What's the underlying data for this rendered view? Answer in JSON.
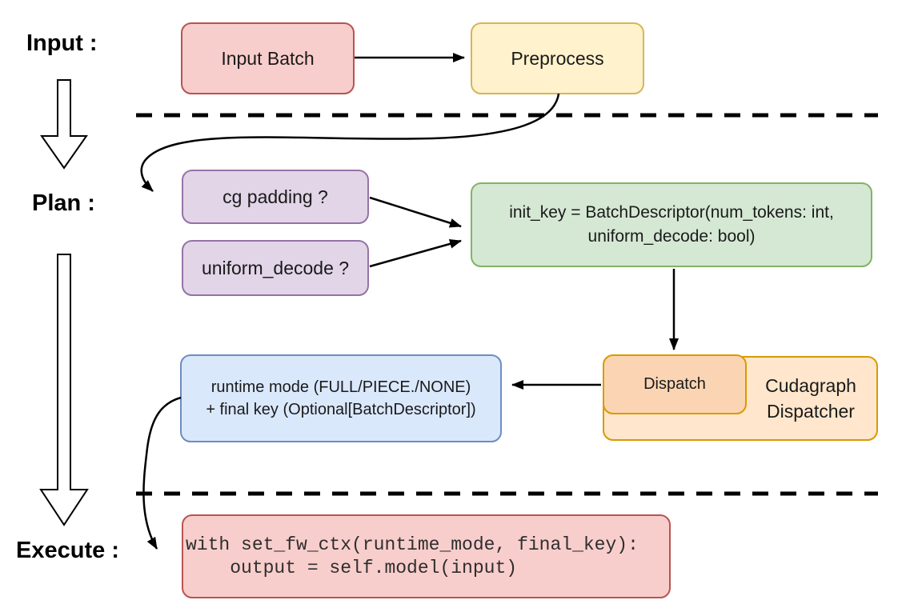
{
  "stage_labels": {
    "input": "Input :",
    "plan": "Plan :",
    "execute": "Execute :"
  },
  "nodes": {
    "input_batch": {
      "label": "Input Batch",
      "fill": "#f8cecc",
      "border": "#b85450"
    },
    "preprocess": {
      "label": "Preprocess",
      "fill": "#fff2cc",
      "border": "#d6b656"
    },
    "cg_padding": {
      "label": "cg padding ?",
      "fill": "#e1d5e7",
      "border": "#9673a6"
    },
    "uniform_decode": {
      "label": "uniform_decode ?",
      "fill": "#e1d5e7",
      "border": "#9673a6"
    },
    "init_key": {
      "line1": "init_key = BatchDescriptor(num_tokens: int,",
      "line2": "uniform_decode: bool)",
      "fill": "#d5e8d4",
      "border": "#82b366"
    },
    "dispatch": {
      "label": "Dispatch",
      "fill": "#fbd5b3",
      "border": "#d79b00"
    },
    "cudagraph_dispatcher": {
      "line1": "Cudagraph",
      "line2": "Dispatcher",
      "fill": "#ffe6cc",
      "border": "#d79b00"
    },
    "runtime_mode": {
      "line1": "runtime mode (FULL/PIECE./NONE)",
      "line2": "+ final key (Optional[BatchDescriptor])",
      "fill": "#dae8fc",
      "border": "#6c8ebf"
    },
    "execute_code": {
      "line1": "with set_fw_ctx(runtime_mode, final_key):",
      "line2": "    output = self.model(input)",
      "fill": "#f8cecc",
      "border": "#b85450"
    }
  },
  "edges": [
    {
      "from": "input_batch",
      "to": "preprocess",
      "style": "straight-arrow"
    },
    {
      "from": "preprocess",
      "to": "cg_padding",
      "style": "curved-arrow"
    },
    {
      "from": "cg_padding",
      "to": "init_key",
      "style": "straight-arrow"
    },
    {
      "from": "uniform_decode",
      "to": "init_key",
      "style": "straight-arrow"
    },
    {
      "from": "init_key",
      "to": "dispatch",
      "style": "straight-arrow"
    },
    {
      "from": "dispatch",
      "to": "runtime_mode",
      "style": "straight-arrow"
    },
    {
      "from": "runtime_mode",
      "to": "execute_code",
      "style": "curved-arrow"
    },
    {
      "from": "stage_input",
      "to": "stage_plan",
      "style": "hollow-block-arrow"
    },
    {
      "from": "stage_plan",
      "to": "stage_execute",
      "style": "hollow-block-arrow"
    }
  ],
  "separators": [
    {
      "name": "input-plan-divider",
      "style": "dashed",
      "color": "#000000"
    },
    {
      "name": "plan-execute-divider",
      "style": "dashed",
      "color": "#000000"
    }
  ]
}
